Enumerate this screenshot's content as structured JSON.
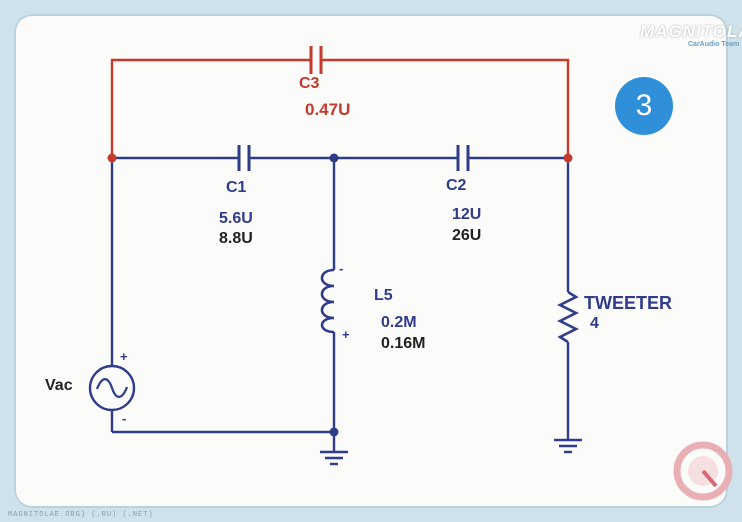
{
  "badge": {
    "number": "3"
  },
  "watermark": {
    "brand": "MAGNITOLA",
    "team": "CarAudio Team",
    "footer": "MAGNITOLAE.ORG) (.RU) (.NET)"
  },
  "colors": {
    "main_wire": "#2f3c8a",
    "bypass_wire": "#c53a2c",
    "badge": "#2f8fd8",
    "node": "#2f3c8a",
    "red_node": "#c53a2c"
  },
  "components": {
    "c3": {
      "name": "C3",
      "value": "0.47U"
    },
    "c1": {
      "name": "C1",
      "value1": "5.6U",
      "value2": "8.8U"
    },
    "c2": {
      "name": "C2",
      "value1": "12U",
      "value2": "26U"
    },
    "l5": {
      "name": "L5",
      "value1": "0.2M",
      "value2": "0.16M",
      "minus": "-",
      "plus": "+"
    },
    "source": {
      "name": "Vac",
      "plus": "+",
      "minus": "-"
    },
    "tweeter": {
      "name": "TWEETER",
      "value": "4"
    }
  }
}
